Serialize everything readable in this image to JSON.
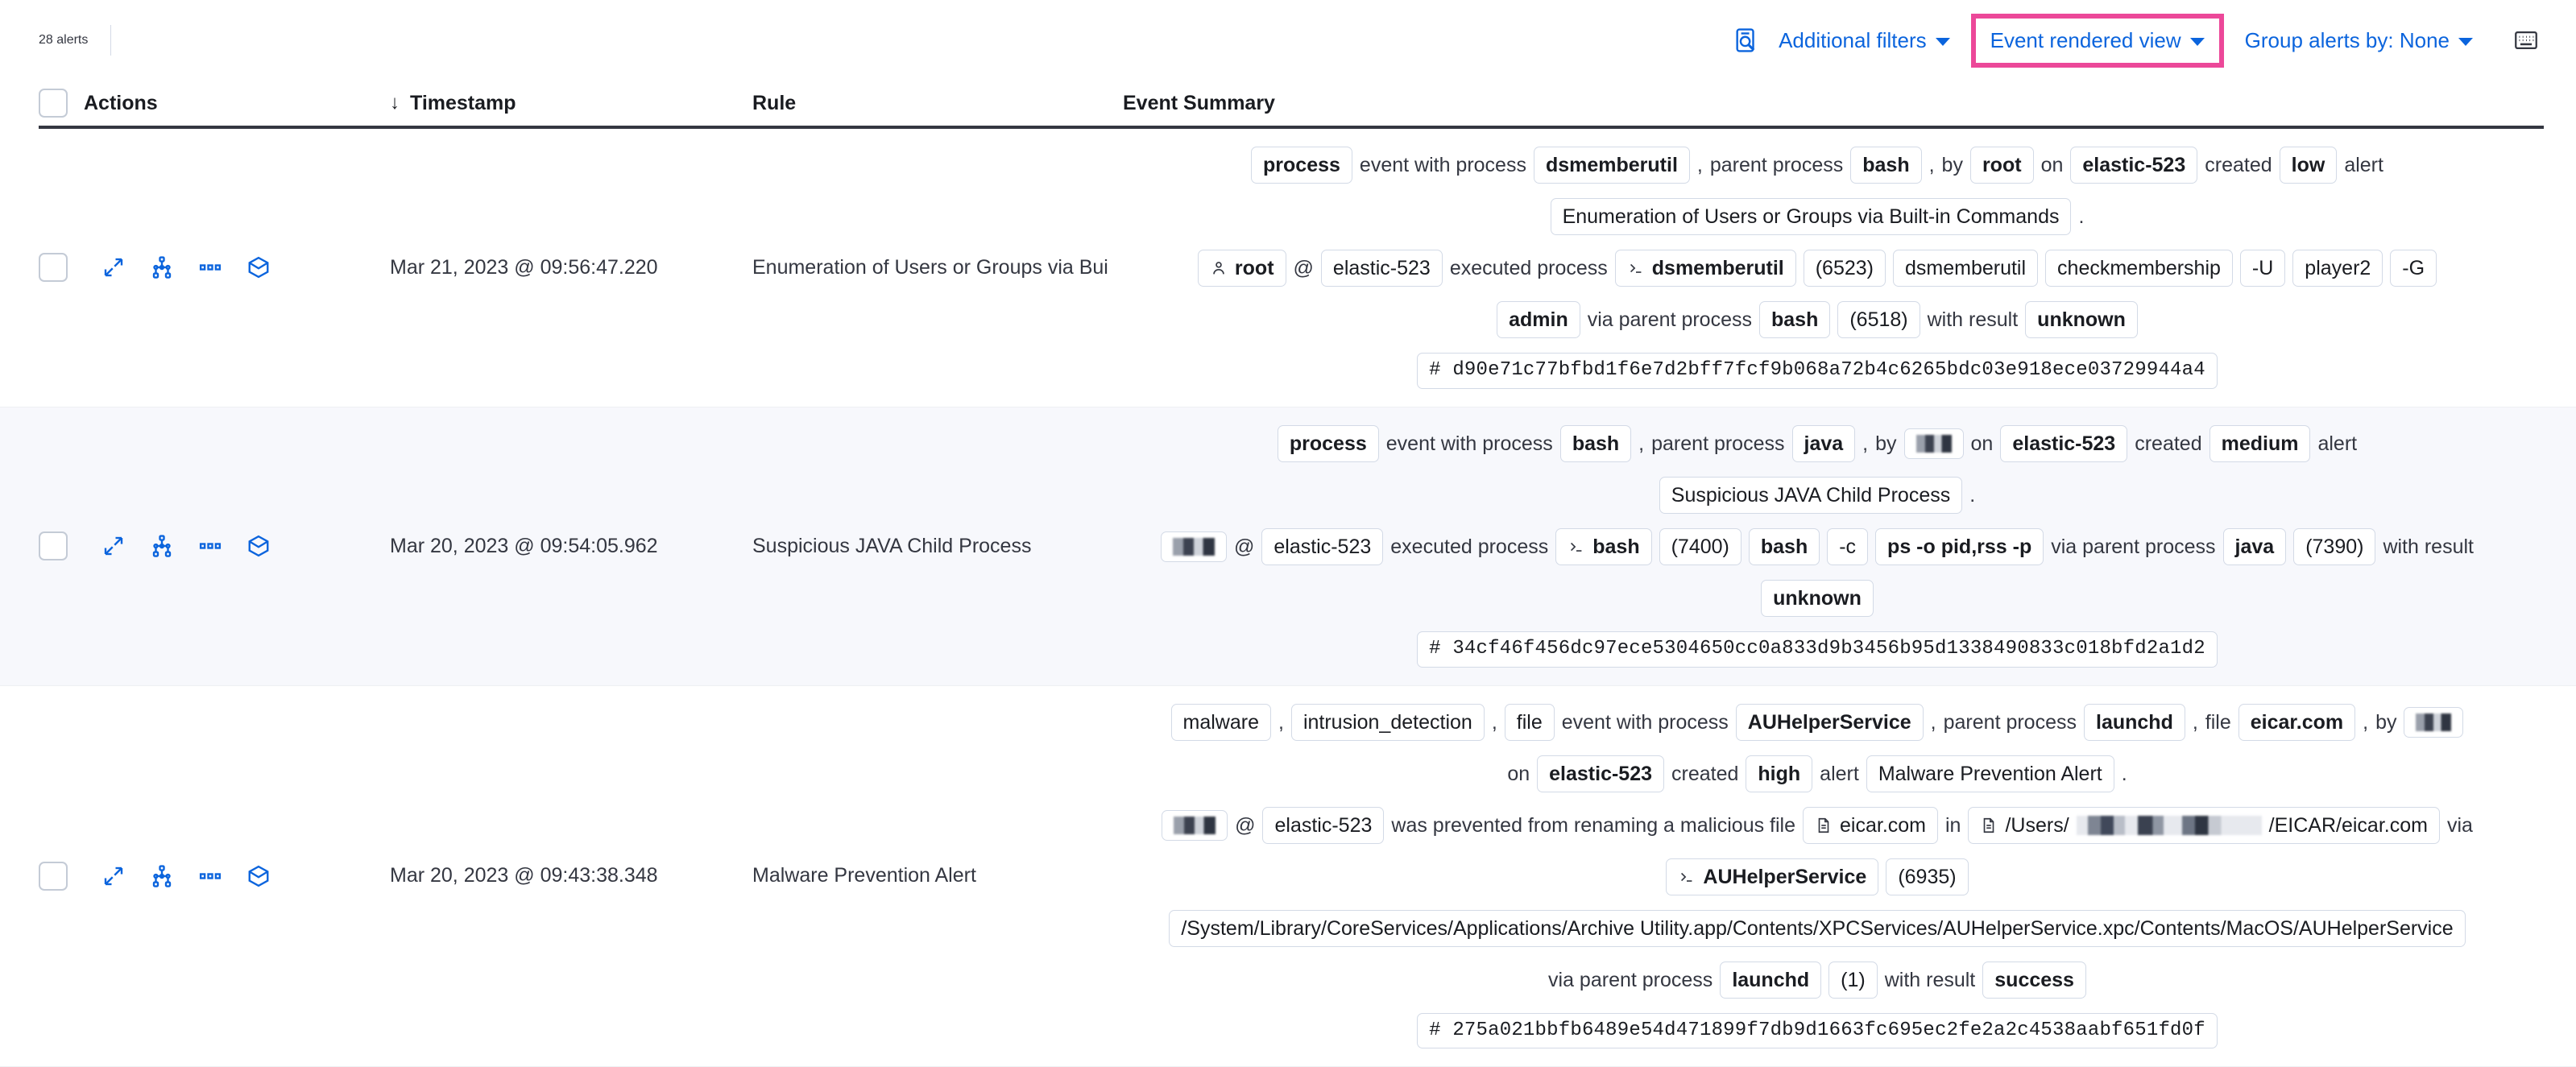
{
  "toolbar": {
    "alert_count": "28 alerts",
    "inspect_icon": "inspect-icon",
    "additional_filters": "Additional filters",
    "event_rendered_view": "Event rendered view",
    "group_alerts_by": "Group alerts by: None",
    "keyboard_icon": "keyboard-icon",
    "highlight_color": "#ec4899",
    "link_color": "#0b64dd"
  },
  "table": {
    "columns": {
      "actions": "Actions",
      "timestamp": "Timestamp",
      "rule": "Rule",
      "event_summary": "Event Summary"
    },
    "sort_arrow": "↓"
  },
  "rows": [
    {
      "timestamp": "Mar 21, 2023 @ 09:56:47.220",
      "rule": "Enumeration of Users or Groups via Bui",
      "severity": "low",
      "host": "elastic-523",
      "hash": "# d90e71c77bfbd1f6e7d2bff7fcf9b068a72b4c6265bdc03e918ece03729944a4",
      "line1": [
        {
          "t": "pill",
          "v": "process",
          "b": true
        },
        {
          "t": "txt",
          "v": "event with process"
        },
        {
          "t": "pill",
          "v": "dsmemberutil",
          "b": true
        },
        {
          "t": "txt",
          "v": ","
        },
        {
          "t": "txt",
          "v": "parent process"
        },
        {
          "t": "pill",
          "v": "bash",
          "b": true
        },
        {
          "t": "txt",
          "v": ","
        },
        {
          "t": "txt",
          "v": "by"
        },
        {
          "t": "pill",
          "v": "root",
          "b": true
        },
        {
          "t": "txt",
          "v": "on"
        },
        {
          "t": "pill",
          "v": "elastic-523",
          "b": true
        },
        {
          "t": "txt",
          "v": "created"
        },
        {
          "t": "pill",
          "v": "low",
          "b": true
        },
        {
          "t": "txt",
          "v": "alert"
        },
        {
          "t": "break"
        },
        {
          "t": "pill",
          "v": "Enumeration of Users or Groups via Built-in Commands"
        },
        {
          "t": "txt",
          "v": "."
        }
      ],
      "line2": [
        {
          "t": "pill",
          "v": "root",
          "icon": "user-icon",
          "b": true
        },
        {
          "t": "txt",
          "v": "@"
        },
        {
          "t": "pill",
          "v": "elastic-523"
        },
        {
          "t": "txt",
          "v": "executed process"
        },
        {
          "t": "pill",
          "v": "dsmemberutil",
          "icon": "console-icon",
          "b": true
        },
        {
          "t": "pill",
          "v": "(6523)"
        },
        {
          "t": "pill",
          "v": "dsmemberutil"
        },
        {
          "t": "pill",
          "v": "checkmembership"
        },
        {
          "t": "pill",
          "v": "-U"
        },
        {
          "t": "pill",
          "v": "player2"
        },
        {
          "t": "pill",
          "v": "-G"
        },
        {
          "t": "break"
        },
        {
          "t": "pill",
          "v": "admin",
          "b": true
        },
        {
          "t": "txt",
          "v": "via parent process"
        },
        {
          "t": "pill",
          "v": "bash",
          "b": true
        },
        {
          "t": "pill",
          "v": "(6518)"
        },
        {
          "t": "txt",
          "v": "with result"
        },
        {
          "t": "pill",
          "v": "unknown",
          "b": true
        }
      ]
    },
    {
      "timestamp": "Mar 20, 2023 @ 09:54:05.962",
      "rule": "Suspicious JAVA Child Process",
      "severity": "medium",
      "host": "elastic-523",
      "hash": "# 34cf46f456dc97ece5304650cc0a833d9b3456b95d1338490833c018bfd2a1d2",
      "line1": [
        {
          "t": "pill",
          "v": "process",
          "b": true
        },
        {
          "t": "txt",
          "v": "event with process"
        },
        {
          "t": "pill",
          "v": "bash",
          "b": true
        },
        {
          "t": "txt",
          "v": ","
        },
        {
          "t": "txt",
          "v": "parent process"
        },
        {
          "t": "pill",
          "v": "java",
          "b": true
        },
        {
          "t": "txt",
          "v": ","
        },
        {
          "t": "txt",
          "v": "by"
        },
        {
          "t": "pill",
          "v": "",
          "redact": "sm"
        },
        {
          "t": "txt",
          "v": "on"
        },
        {
          "t": "pill",
          "v": "elastic-523",
          "b": true
        },
        {
          "t": "txt",
          "v": "created"
        },
        {
          "t": "pill",
          "v": "medium",
          "b": true
        },
        {
          "t": "txt",
          "v": "alert"
        },
        {
          "t": "break"
        },
        {
          "t": "pill",
          "v": "Suspicious JAVA Child Process"
        },
        {
          "t": "txt",
          "v": "."
        }
      ],
      "line2": [
        {
          "t": "pill",
          "v": "",
          "redact": "lg"
        },
        {
          "t": "txt",
          "v": "@"
        },
        {
          "t": "pill",
          "v": "elastic-523"
        },
        {
          "t": "txt",
          "v": "executed process"
        },
        {
          "t": "pill",
          "v": "bash",
          "icon": "console-icon",
          "b": true
        },
        {
          "t": "pill",
          "v": "(7400)"
        },
        {
          "t": "pill",
          "v": "bash",
          "b": true
        },
        {
          "t": "pill",
          "v": "-c"
        },
        {
          "t": "pill",
          "v": "ps -o pid,rss -p",
          "b": true
        },
        {
          "t": "txt",
          "v": "via parent process"
        },
        {
          "t": "pill",
          "v": "java",
          "b": true
        },
        {
          "t": "pill",
          "v": "(7390)"
        },
        {
          "t": "txt",
          "v": "with result"
        },
        {
          "t": "break"
        },
        {
          "t": "pill",
          "v": "unknown",
          "b": true
        }
      ]
    },
    {
      "timestamp": "Mar 20, 2023 @ 09:43:38.348",
      "rule": "Malware Prevention Alert",
      "severity": "high",
      "host": "elastic-523",
      "hash": "# 275a021bbfb6489e54d471899f7db9d1663fc695ec2fe2a2c4538aabf651fd0f",
      "line1": [
        {
          "t": "pill",
          "v": "malware"
        },
        {
          "t": "txt",
          "v": ","
        },
        {
          "t": "pill",
          "v": "intrusion_detection"
        },
        {
          "t": "txt",
          "v": ","
        },
        {
          "t": "pill",
          "v": "file"
        },
        {
          "t": "txt",
          "v": "event with process"
        },
        {
          "t": "pill",
          "v": "AUHelperService",
          "b": true
        },
        {
          "t": "txt",
          "v": ","
        },
        {
          "t": "txt",
          "v": "parent process"
        },
        {
          "t": "pill",
          "v": "launchd",
          "b": true
        },
        {
          "t": "txt",
          "v": ","
        },
        {
          "t": "txt",
          "v": "file"
        },
        {
          "t": "pill",
          "v": "eicar.com",
          "b": true
        },
        {
          "t": "txt",
          "v": ","
        },
        {
          "t": "txt",
          "v": "by"
        },
        {
          "t": "pill",
          "v": "",
          "redact": "sm"
        },
        {
          "t": "break"
        },
        {
          "t": "txt",
          "v": "on"
        },
        {
          "t": "pill",
          "v": "elastic-523",
          "b": true
        },
        {
          "t": "txt",
          "v": "created"
        },
        {
          "t": "pill",
          "v": "high",
          "b": true
        },
        {
          "t": "txt",
          "v": "alert"
        },
        {
          "t": "pill",
          "v": "Malware Prevention Alert"
        },
        {
          "t": "txt",
          "v": "."
        }
      ],
      "line2": [
        {
          "t": "pill",
          "v": "",
          "redact": "lg"
        },
        {
          "t": "txt",
          "v": "@"
        },
        {
          "t": "pill",
          "v": "elastic-523"
        },
        {
          "t": "txt",
          "v": "was prevented from renaming a malicious file"
        },
        {
          "t": "pill",
          "v": "eicar.com",
          "icon": "file-icon"
        },
        {
          "t": "txt",
          "v": "in"
        },
        {
          "t": "pill",
          "v": "/Users/",
          "v2": "/EICAR/eicar.com",
          "icon": "file-icon",
          "redact": "path"
        },
        {
          "t": "txt",
          "v": "via"
        },
        {
          "t": "break"
        },
        {
          "t": "pill",
          "v": "AUHelperService",
          "icon": "console-icon",
          "b": true
        },
        {
          "t": "pill",
          "v": "(6935)"
        },
        {
          "t": "break"
        },
        {
          "t": "pill",
          "v": "/System/Library/CoreServices/Applications/Archive Utility.app/Contents/XPCServices/AUHelperService.xpc/Contents/MacOS/AUHelperService"
        },
        {
          "t": "break"
        },
        {
          "t": "txt",
          "v": "via parent process"
        },
        {
          "t": "pill",
          "v": "launchd",
          "b": true
        },
        {
          "t": "pill",
          "v": "(1)"
        },
        {
          "t": "txt",
          "v": "with result"
        },
        {
          "t": "pill",
          "v": "success",
          "b": true
        }
      ]
    }
  ]
}
